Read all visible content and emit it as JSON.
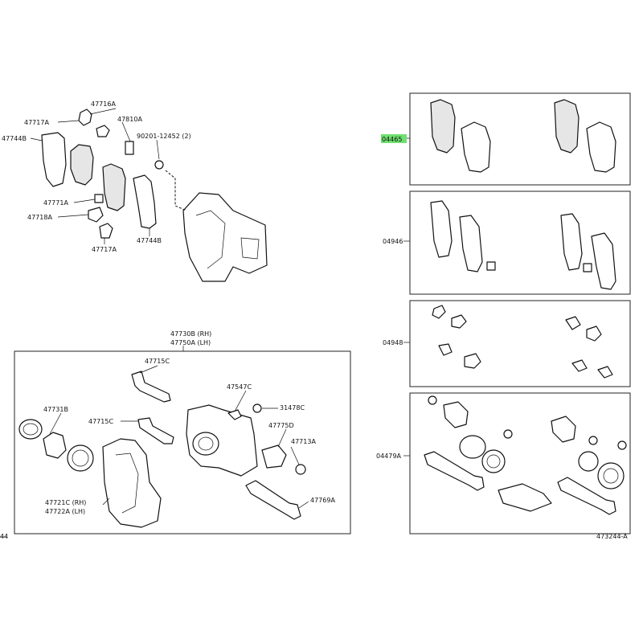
{
  "labels": {
    "p47716A": "47716A",
    "p47717A_top": "47717A",
    "p47810A": "47810A",
    "p47744B_left": "47744B",
    "p90201": "90201-12452 (2)",
    "p47771A": "47771A",
    "p47718A": "47718A",
    "p47717A_bottom": "47717A",
    "p47744B_right": "47744B",
    "p47730B": "47730B (RH)",
    "p47750A": "47750A (LH)",
    "p47715C_top": "47715C",
    "p47547C": "47547C",
    "p31478C": "31478C",
    "p47731B": "47731B",
    "p47715C_mid": "47715C",
    "p47775D": "47775D",
    "p47713A": "47713A",
    "p47721C": "47721C (RH)",
    "p47722A": "47722A (LH)",
    "p47769A": "47769A",
    "p04465": "04465",
    "p04946": "04946",
    "p04948": "04948",
    "p04479A": "04479A",
    "edge_left": "44",
    "diagram_id": "473244-A"
  },
  "highlight_color": "#6fe06f"
}
